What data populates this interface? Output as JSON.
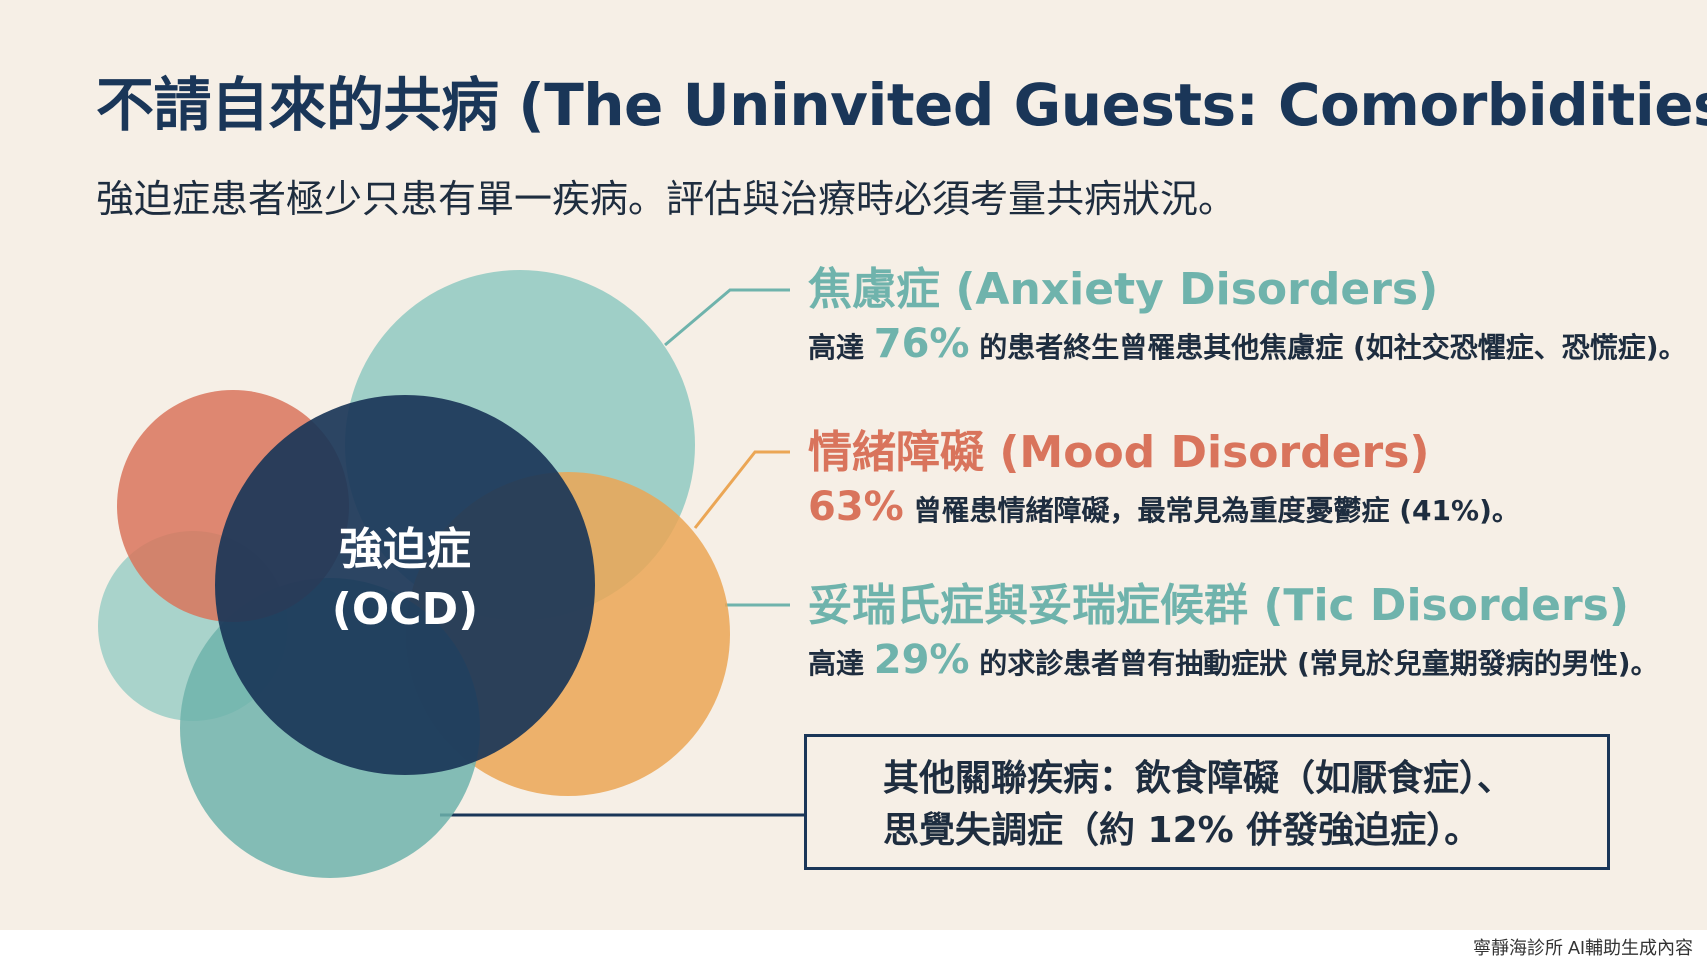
{
  "title": "不請自來的共病 (The Uninvited Guests: Comorbidities)",
  "subtitle": "強迫症患者極少只患有單一疾病。評估與治療時必須考量共病狀況。",
  "center": {
    "line1": "強迫症",
    "line2": "(OCD)"
  },
  "items": [
    {
      "heading": "焦慮症 (Anxiety Disorders)",
      "prefix": "高達 ",
      "stat": "76%",
      "suffix": " 的患者終生曾罹患其他焦慮症 (如社交恐懼症、恐慌症)。",
      "color": "#6fb3ac"
    },
    {
      "heading": "情緒障礙 (Mood Disorders)",
      "prefix": "",
      "stat": "63%",
      "suffix": " 曾罹患情緒障礙，最常見為重度憂鬱症 (41%)。",
      "color": "#d9745c"
    },
    {
      "heading": "妥瑞氏症與妥瑞症候群 (Tic Disorders)",
      "prefix": "高達 ",
      "stat": "29%",
      "suffix": " 的求診患者曾有抽動症狀 (常見於兒童期發病的男性)。",
      "color": "#6fb3ac"
    }
  ],
  "other": {
    "line1": "其他關聯疾病：飲食障礙（如厭食症）、",
    "line2": "思覺失調症（約 12% 併發強迫症）。"
  },
  "footer": "寧靜海診所 AI輔助生成內容",
  "colors": {
    "navy": "#1a3658",
    "teal": "#6fb3ac",
    "coral": "#d9745c",
    "orange": "#eba655",
    "background": "#f6efe6"
  }
}
